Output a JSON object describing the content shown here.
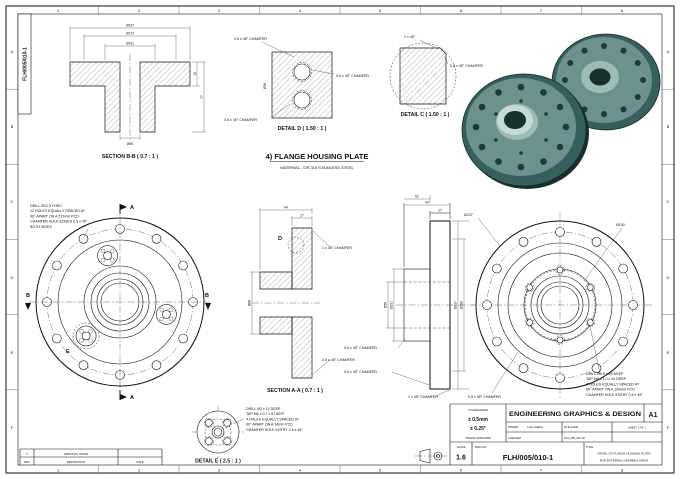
{
  "sheet": {
    "side_doc_no": "FLH/005/010-1",
    "grid_numbers": [
      "1",
      "2",
      "3",
      "4",
      "5",
      "6",
      "7",
      "8"
    ],
    "grid_letters": [
      "A",
      "B",
      "C",
      "D",
      "E",
      "F"
    ]
  },
  "heading": {
    "title": "4) FLANGE HOUSING PLATE",
    "material": "MATERIAL - GR 316 STAINLESS STEEL"
  },
  "section_bb": {
    "caption": "SECTION B-B ( 0.7 : 1 )",
    "dim_od": "Ø237",
    "dim_mid": "Ø172",
    "dim_hub": "Ø101",
    "dim_bore": "Ø55",
    "dim_thk": "15",
    "dim_len": "77"
  },
  "detail_d": {
    "caption": "DETAIL D ( 1.50 : 1 )",
    "chamfer_top": "0.5 x 45° CHAMFER",
    "chamfer_right": "0.5 x 45° CHAMFER",
    "chamfer_bottom": "0.5 x 45° CHAMFER",
    "dim": "Ø36"
  },
  "detail_c": {
    "caption": "DETAIL C ( 1.50 : 1 )",
    "corner": "1 x 45°",
    "chamfer": "0.5 x 45° CHAMFER"
  },
  "front_left": {
    "label_a_top": "A",
    "label_a_bottom": "A",
    "label_b_left": "B",
    "label_b_right": "B",
    "label_e": "E",
    "note": [
      "DRILL Ø12.5 THRU",
      "12 HOLES EQUALLY SPACED AT",
      "30° APART ON A 212mm PCD",
      "CHAMFER HOLE EDGES 0.5 x 45°",
      "BOTH SIDES"
    ]
  },
  "section_aa": {
    "caption": "SECTION A-A ( 0.7 : 1 )",
    "label_d": "D",
    "chamfer1": "1 x 45° CHAMFER",
    "chamfer2": "0.5 x 45° CHAMFER",
    "dim_hub": "Ø86",
    "dim_thk": "17",
    "dim_len": "44"
  },
  "side_view": {
    "dim_thk": "17",
    "dim_len": "44",
    "dim_hub_len": "62",
    "dim_od": "Ø237",
    "dim_mid": "Ø186",
    "dim_hub": "Ø101",
    "dim_bore": "Ø55",
    "chamfer1": "0.5 x 45° CHAMFER",
    "chamfer2": "0.5 x 45° CHAMFER",
    "chamfer3": "1 x 45° CHAMFER"
  },
  "front_right": {
    "dim_od": "Ø237",
    "dim_pcd": "Ø100",
    "chamfer": "0.5 x 45° CHAMFER",
    "note": [
      "DRILL Ø5.5 x 25 DEEP",
      "TAP M6 x 1.0 x 20 DEEP",
      "6 HOLES EQUALLY SPACED AT",
      "60° APART ON A 100mm PCD",
      "CHAMFER HOLE ENTRY 0.5 x 45°"
    ]
  },
  "detail_e": {
    "caption": "DETAIL E ( 2.5 : 1 )",
    "note": [
      "DRILL Ø3 x 12 DEEP",
      "TAP M4 x 0.7 x 8 DEEP",
      "4 HOLES EQUALLY SPACED AT",
      "90° APART ON A 34mm PCD",
      "CHAMFER HOLE ENTRY 0.5 x 45°"
    ]
  },
  "title_block": {
    "company": "ENGINEERING GRAPHICS & DESIGN",
    "size": "A1",
    "tol_label": "TOLERANCES",
    "tol_mm": "± 0.5mm",
    "tol_deg": "± 0.25°",
    "tol_note": "UNLESS SPECIFIED",
    "drawn_label": "DRAWN",
    "drawn_value": "C.M. Holliday",
    "checked_label": "CHECKED",
    "file_label": "FILE NAME",
    "file_value": "FLH_005_010.dft",
    "sheet": "SHEET 1 OF 1",
    "scale_label": "SCALE",
    "scale_value": "1.6",
    "dwg_label": "DWG NO.",
    "dwg_no": "FLH/005/010-1",
    "title_label": "TITLE",
    "title_line1": "DETAIL OF FLANGE HOUSING PLATE",
    "title_line2": "FOR EXTERNAL GEARBOX DRIVE"
  },
  "revisions": {
    "rev": "1",
    "description": "ORIGINAL ISSUE",
    "date_value": "",
    "rev_h": "REV",
    "desc_h": "DESCRIPTION",
    "date_h": "DATE"
  },
  "colors": {
    "rim": "#35605e",
    "face": "#6d928e",
    "hub": "#9dbcb7",
    "hub_top": "#c6d9d5",
    "bore": "#17302e",
    "hole": "#1f3b39"
  }
}
